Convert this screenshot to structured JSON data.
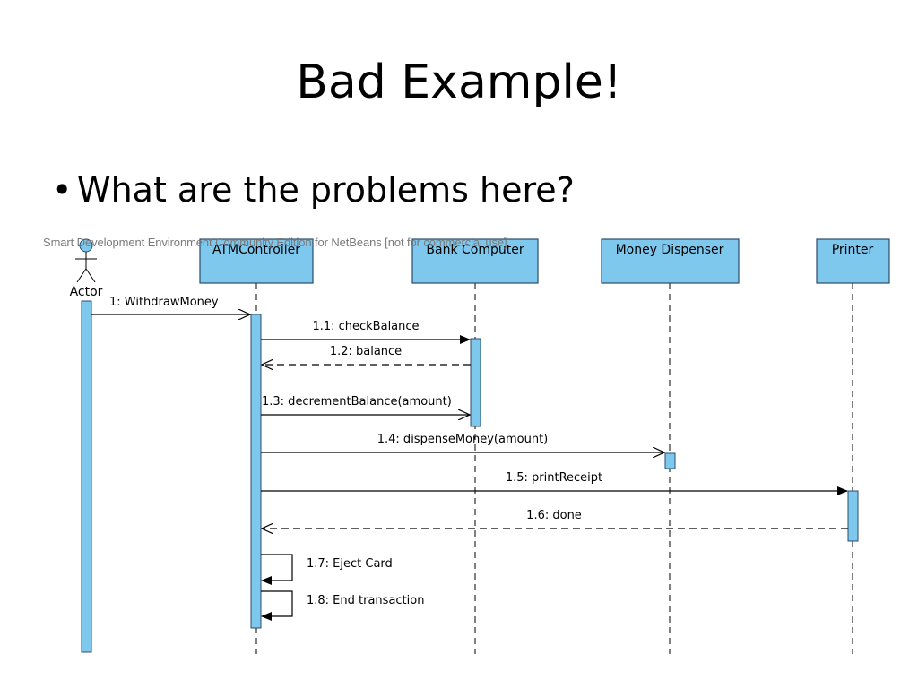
{
  "slide": {
    "title": "Bad Example!",
    "bullet": "What are the problems here?"
  },
  "diagram": {
    "watermark": "Smart Development Environment Community Edition for NetBeans [not for commercial use]",
    "actor_label": "Actor",
    "lifelines": [
      {
        "id": "atm",
        "label": "ATMController"
      },
      {
        "id": "bank",
        "label": "Bank Computer"
      },
      {
        "id": "dispenser",
        "label": "Money Dispenser"
      },
      {
        "id": "printer",
        "label": "Printer"
      }
    ],
    "messages": [
      {
        "label": "1: WithdrawMoney"
      },
      {
        "label": "1.1: checkBalance"
      },
      {
        "label": "1.2: balance"
      },
      {
        "label": "1.3: decrementBalance(amount)"
      },
      {
        "label": "1.4: dispenseMoney(amount)"
      },
      {
        "label": "1.5: printReceipt"
      },
      {
        "label": "1.6: done"
      },
      {
        "label": "1.7: Eject Card"
      },
      {
        "label": "1.8: End transaction"
      }
    ],
    "colors": {
      "box_fill": "#7ec8ee",
      "box_stroke": "#2b4b6b",
      "activation_fill": "#7ec8ee"
    }
  }
}
